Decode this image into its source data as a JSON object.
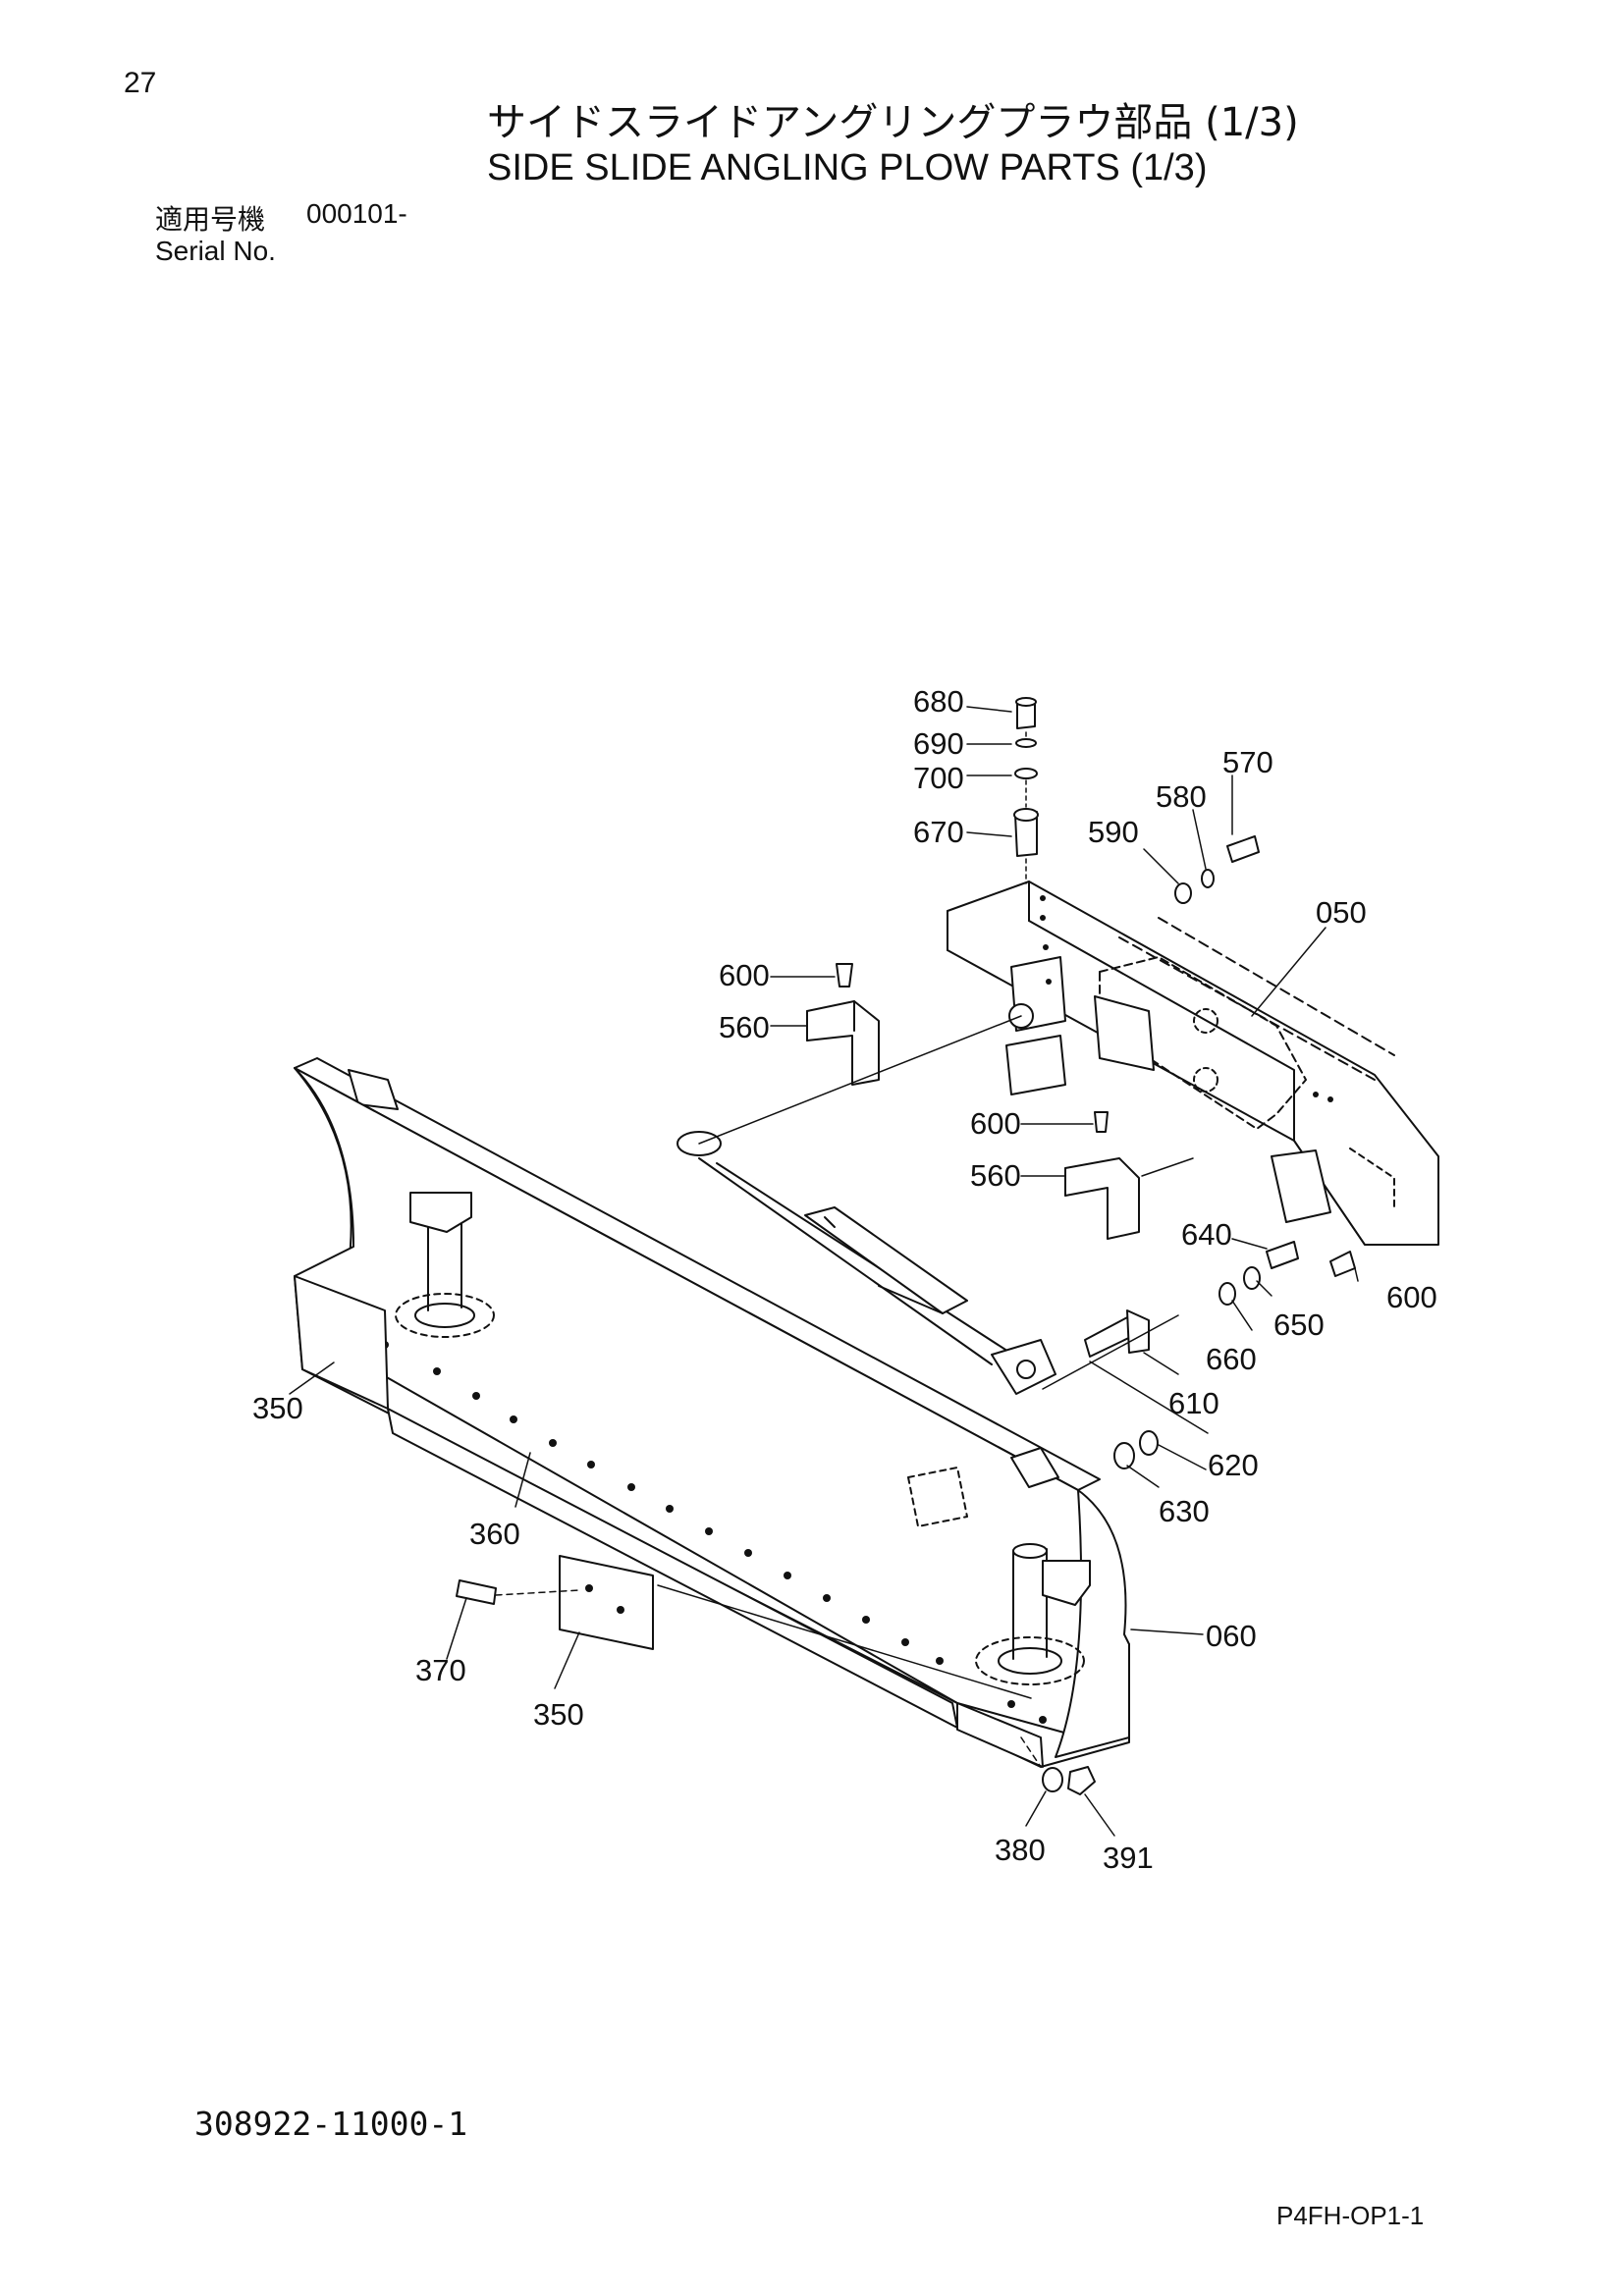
{
  "page_number": "27",
  "title_jp": "サイドスライドアングリングプラウ部品 (1/3)",
  "title_en": "SIDE SLIDE ANGLING PLOW PARTS (1/3)",
  "serial": {
    "label_jp": "適用号機",
    "value": "000101-",
    "label_en": "Serial No."
  },
  "drawing_number": "308922-11000-1",
  "page_code": "P4FH-OP1-1",
  "callouts": {
    "c680": "680",
    "c690": "690",
    "c700": "700",
    "c670": "670",
    "c570": "570",
    "c580": "580",
    "c590": "590",
    "c050": "050",
    "c600a": "600",
    "c560a": "560",
    "c600b": "600",
    "c560b": "560",
    "c640": "640",
    "c650": "650",
    "c600c": "600",
    "c660": "660",
    "c610": "610",
    "c620": "620",
    "c630": "630",
    "c350a": "350",
    "c360": "360",
    "c060": "060",
    "c370": "370",
    "c350b": "350",
    "c380": "380",
    "c391": "391"
  }
}
